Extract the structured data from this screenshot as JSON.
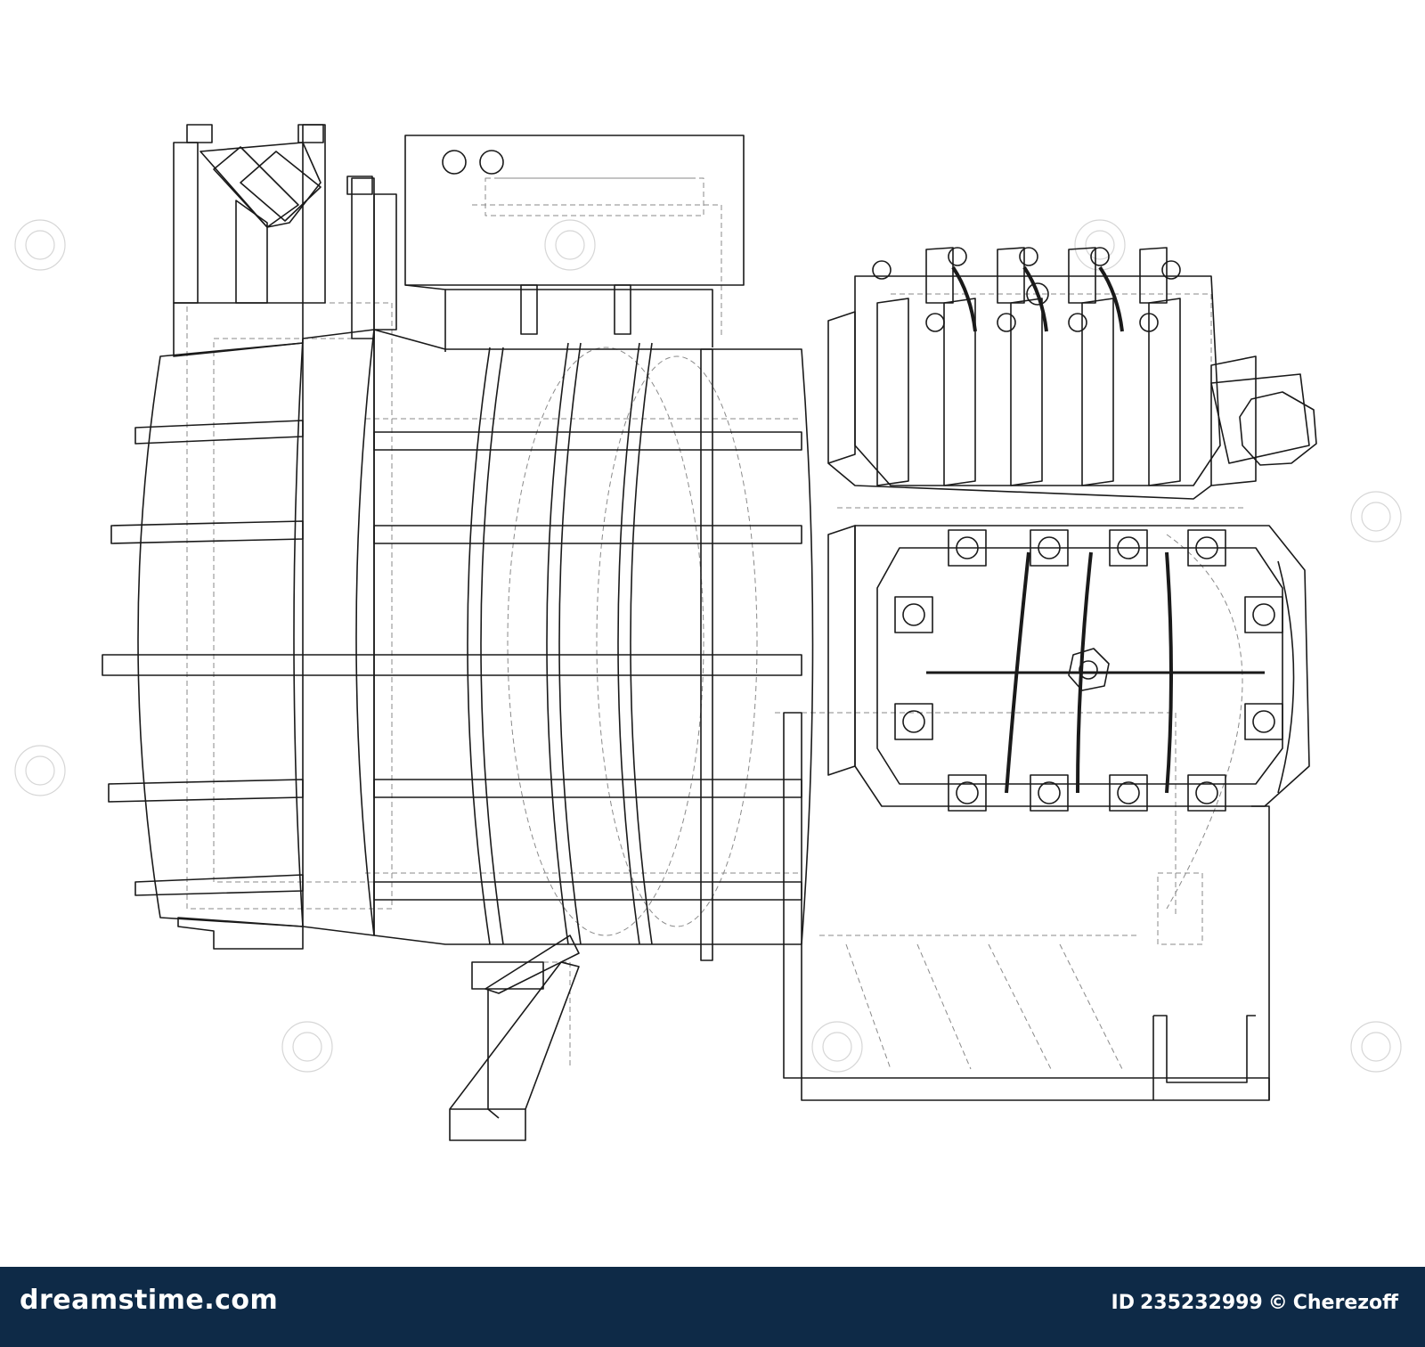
{
  "drawing": {
    "subject": "compressor-wireframe",
    "stroke_color": "#1a1a1a",
    "hidden_line_color": "#8a8a8a",
    "watermark_color": "#d6d6d6"
  },
  "footer": {
    "background": "#0e2a47",
    "brand": "dreamstime.com",
    "id_label": "ID",
    "id_value": "235232999",
    "copyright_symbol": "©",
    "author": "Cherezoff"
  }
}
